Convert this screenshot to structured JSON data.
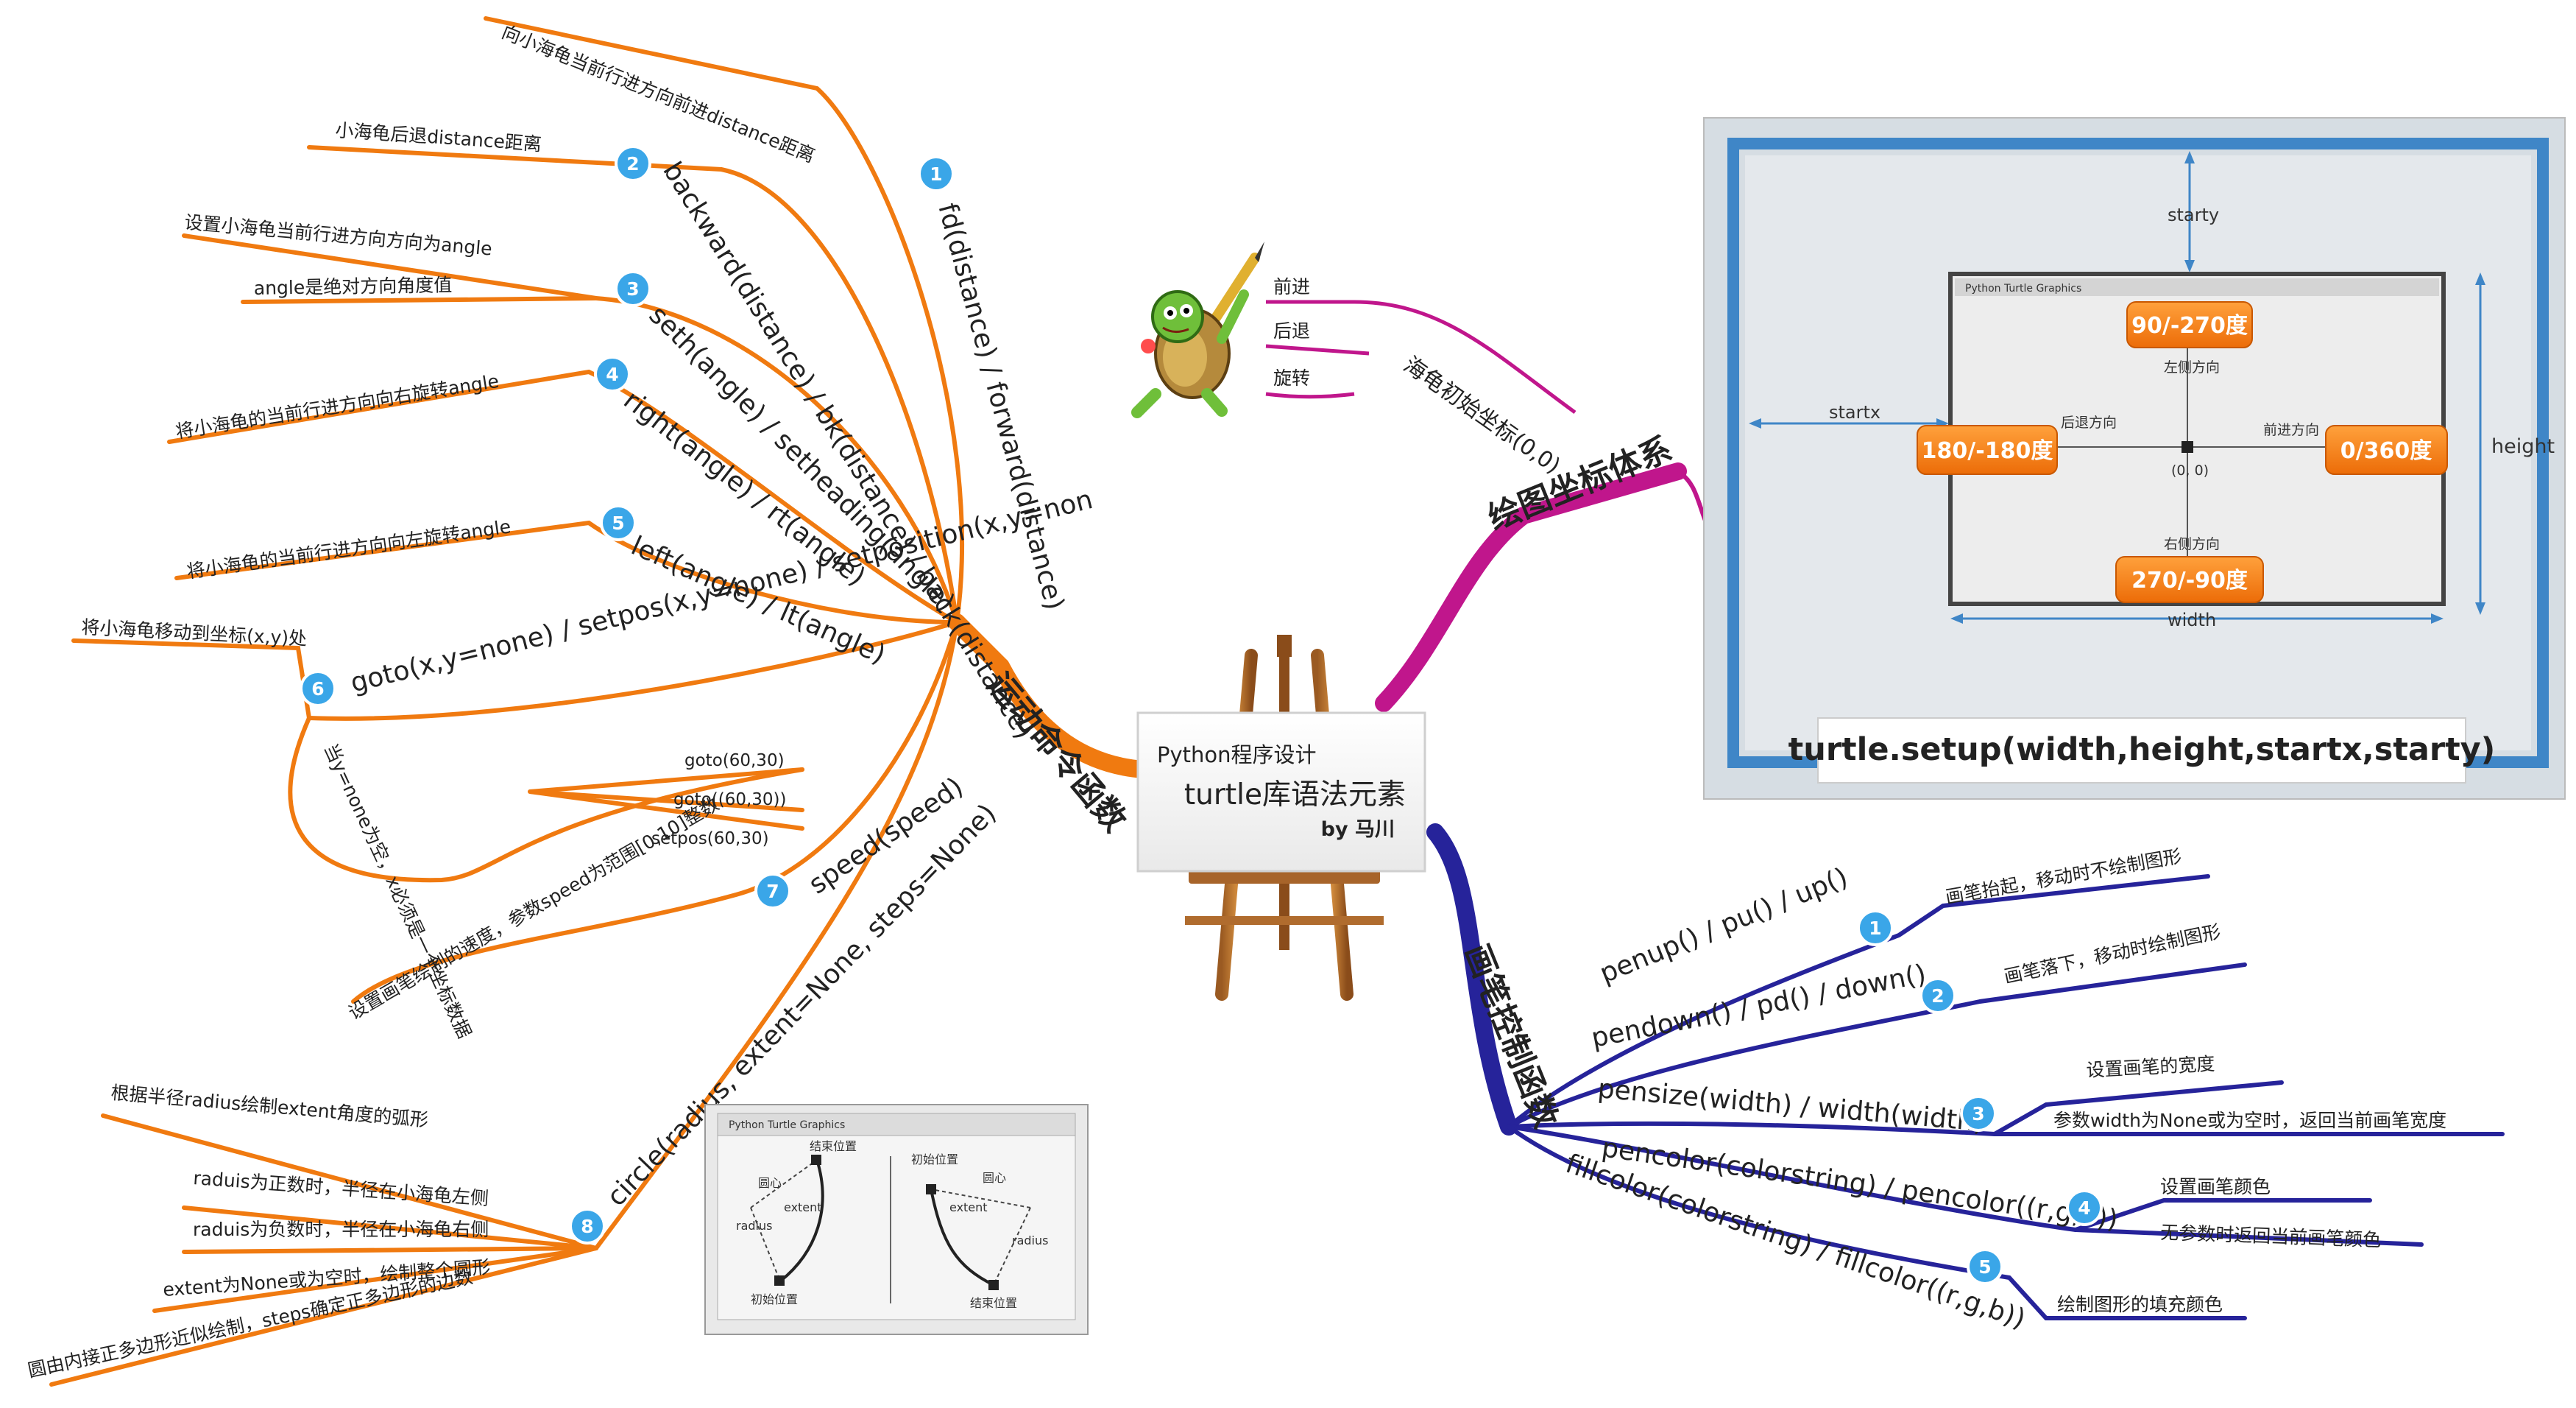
{
  "center": {
    "course": "Python程序设计",
    "title": "turtle库语法元素",
    "author": "by 马川"
  },
  "colors": {
    "motion": "#f07a10",
    "coord": "#c0168c",
    "draw": "#26239a",
    "badge": "#3aa6e8",
    "photo_frame": "#3f86c7",
    "orange_label": "#f27b12",
    "setup_text": "#e01b1b"
  },
  "motion": {
    "branch_label": "运动命令函数",
    "items": [
      {
        "num": "1",
        "code": "fd(distance) / forward(distance)",
        "notes": [
          "向小海龟当前行进方向前进distance距离"
        ]
      },
      {
        "num": "2",
        "code": "backward(distance) / bk(distance) / back(distance)",
        "notes": [
          "小海龟后退distance距离"
        ]
      },
      {
        "num": "3",
        "code": "seth(angle) / setheading(angle)",
        "notes": [
          "设置小海龟当前行进方向方向为angle",
          "angle是绝对方向角度值"
        ]
      },
      {
        "num": "4",
        "code": "right(angle) / rt(angle)",
        "notes": [
          "将小海龟的当前行进方向向右旋转angle"
        ]
      },
      {
        "num": "5",
        "code": "left(angle) / lt(angle)",
        "notes": [
          "将小海龟的当前行进方向向左旋转angle"
        ]
      },
      {
        "num": "6",
        "code": "goto(x,y=none) / setpos(x,y=none) / setposition(x,y=non",
        "notes": [
          "将小海龟移动到坐标(x,y)处",
          "当y=none为空，x必须是一个坐标数据"
        ],
        "examples": [
          "goto(60,30)",
          "goto((60,30))",
          "setpos(60,30)"
        ]
      },
      {
        "num": "7",
        "code": "speed(speed)",
        "notes": [
          "设置画笔绘制的速度，参数speed为范围[0,10]整数"
        ]
      },
      {
        "num": "8",
        "code": "circle(radius, extent=None, steps=None)",
        "notes": [
          "根据半径radius绘制extent角度的弧形",
          "raduis为正数时，半径在小海龟左侧",
          "raduis为负数时，半径在小海龟右侧",
          "extent为None或为空时，绘制整个圆形",
          "圆由内接正多边形近似绘制，steps确定正多边形的边数"
        ]
      }
    ],
    "circle_photo": {
      "window_title": "Python Turtle Graphics",
      "left": [
        "圆心",
        "radius",
        "extent",
        "初始位置",
        "结束位置"
      ],
      "right": [
        "初始位置",
        "圆心",
        "extent",
        "radius",
        "结束位置"
      ]
    }
  },
  "coord": {
    "branch_label": "绘图坐标体系",
    "sub_label": "海龟初始坐标(0,0)",
    "leaves": [
      "前进",
      "后退",
      "旋转"
    ],
    "photo": {
      "window_title": "Python Turtle Graphics",
      "starty": "starty",
      "startx": "startx",
      "height": "height",
      "width": "width",
      "left_dir": "左侧方向",
      "right_dir": "右侧方向",
      "back_dir": "后退方向",
      "fwd_dir": "前进方向",
      "origin": "(0, 0)",
      "angles": {
        "top": "90/-270度",
        "left": "180/-180度",
        "right": "0/360度",
        "bottom": "270/-90度"
      },
      "setup": "turtle.setup(width,height,startx,starty)"
    }
  },
  "draw": {
    "branch_label": "画笔控制函数",
    "items": [
      {
        "num": "1",
        "code": "penup() / pu() / up()",
        "notes": [
          "画笔抬起，移动时不绘制图形"
        ]
      },
      {
        "num": "2",
        "code": "pendown() / pd() / down()",
        "notes": [
          "画笔落下，移动时绘制图形"
        ]
      },
      {
        "num": "3",
        "code": "pensize(width) / width(width)",
        "notes": [
          "设置画笔的宽度",
          "参数width为None或为空时，返回当前画笔宽度"
        ]
      },
      {
        "num": "4",
        "code": "pencolor(colorstring) / pencolor((r,g,b))",
        "notes": [
          "设置画笔颜色",
          "无参数时返回当前画笔颜色"
        ]
      },
      {
        "num": "5",
        "code": "fillcolor(colorstring) / fillcolor((r,g,b))",
        "notes": [
          "绘制图形的填充颜色"
        ]
      }
    ]
  }
}
